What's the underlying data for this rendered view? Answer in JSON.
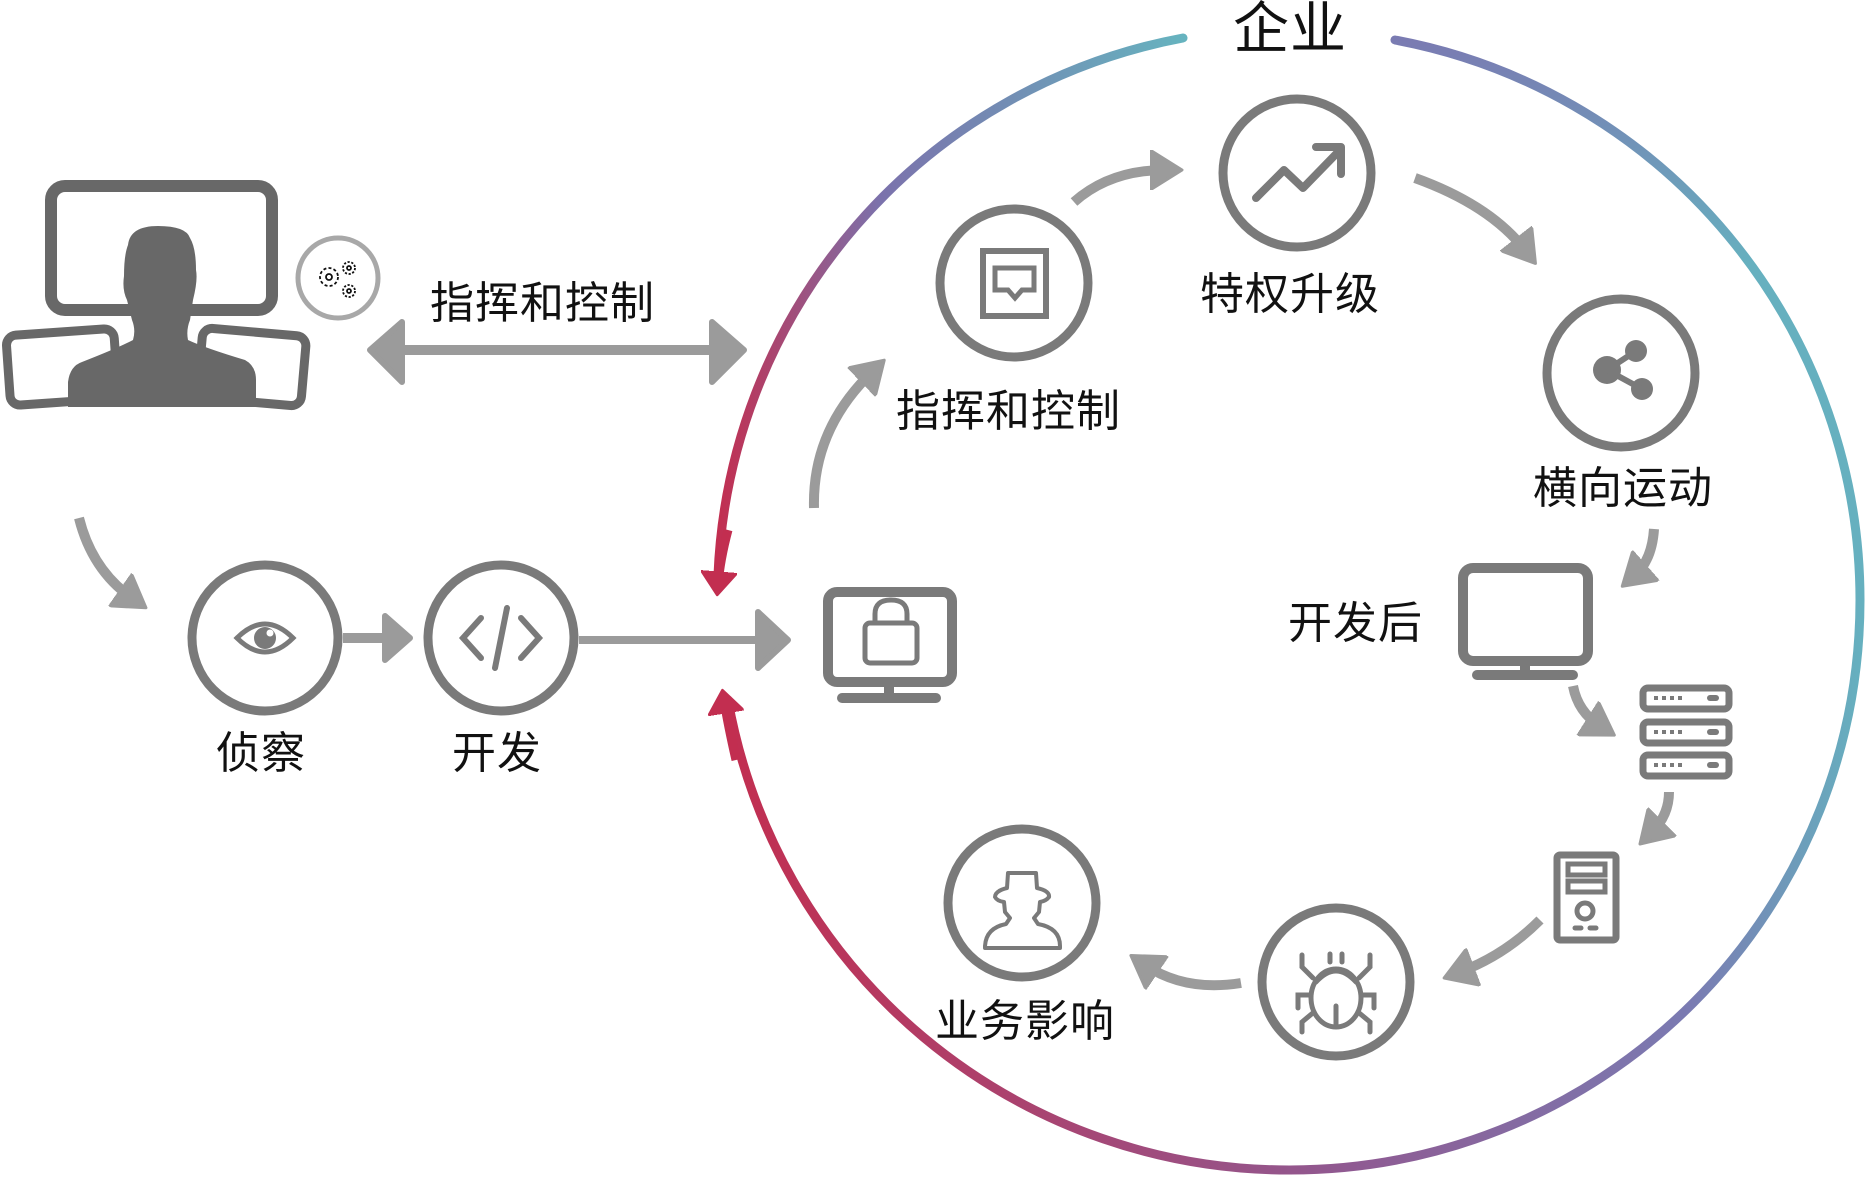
{
  "colors": {
    "icon_gray": "#7a7a7a",
    "arrow_gray": "#9b9b9b",
    "attacker_gray": "#686868",
    "gear_ring": "#a8a8a8",
    "attack_red": "#c22e50",
    "ring_teal": "#66b0bf",
    "ring_purple": "#7b79b0",
    "ring_magenta": "#c22e50"
  },
  "enterprise": {
    "title": "企业"
  },
  "attacker": {
    "c2_link_label": "指挥和控制",
    "icons": [
      "attacker-workstation-icon",
      "gears-icon"
    ]
  },
  "stages": {
    "recon": {
      "label": "侦察",
      "icon": "eye-icon"
    },
    "exploit": {
      "label": "开发",
      "icon": "code-icon"
    },
    "target": {
      "icon": "locked-monitor-icon"
    },
    "c2": {
      "label": "指挥和控制",
      "icon": "chat-window-icon"
    },
    "privesc": {
      "label": "特权升级",
      "icon": "trend-up-icon"
    },
    "lateral": {
      "label": "横向运动",
      "icon": "share-icon"
    },
    "post": {
      "label": "开发后",
      "icon": "monitor-icon"
    },
    "servers": {
      "icon": "server-rack-icon"
    },
    "tower": {
      "icon": "desktop-tower-icon"
    },
    "malware": {
      "icon": "bug-icon"
    },
    "impact": {
      "label": "业务影响",
      "icon": "spy-icon"
    }
  }
}
